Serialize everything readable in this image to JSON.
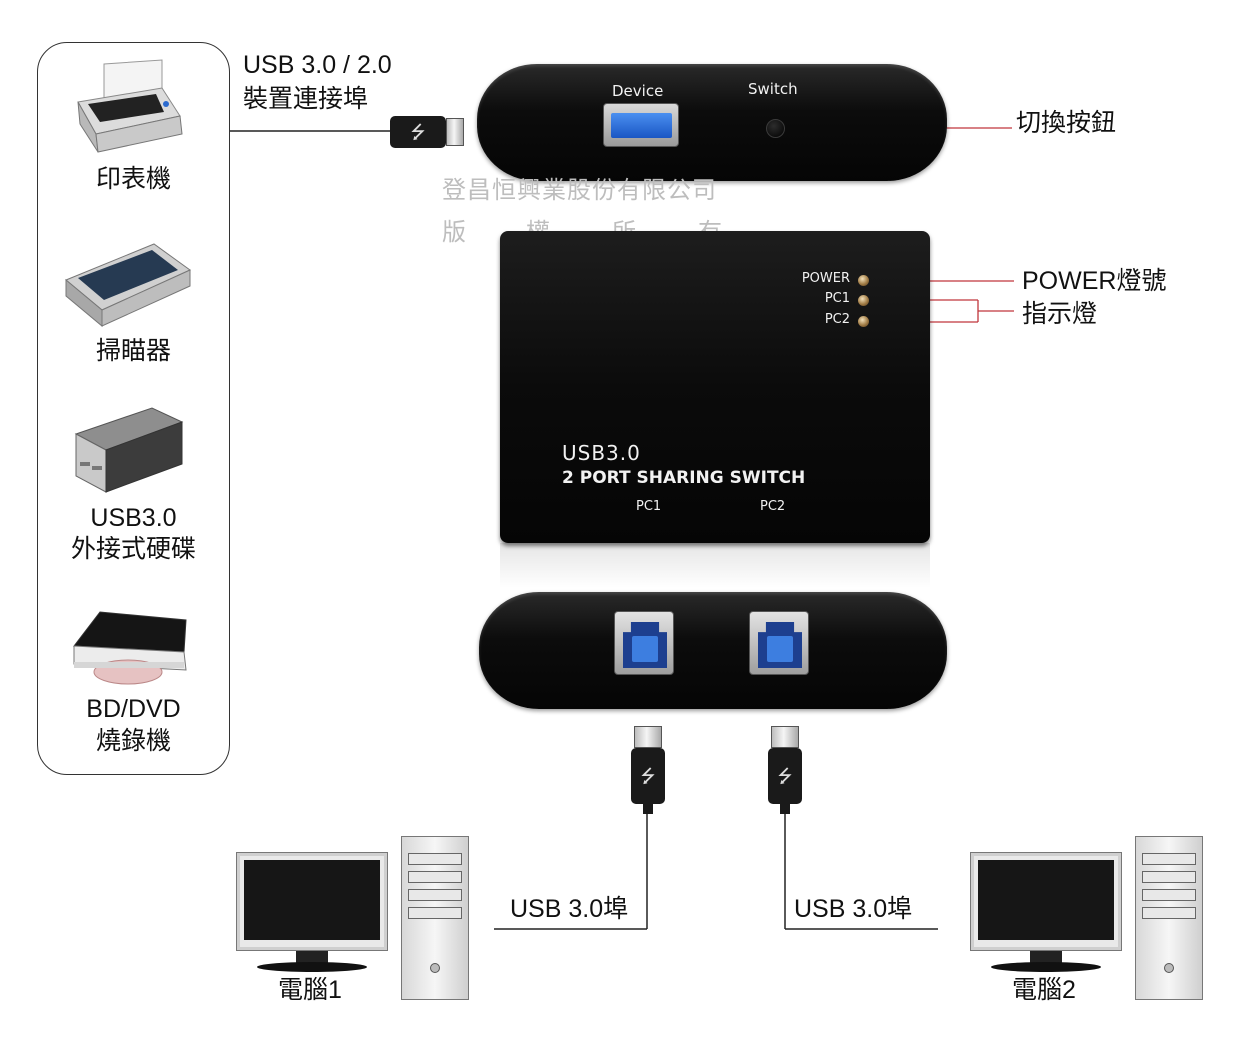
{
  "devices": {
    "printer": "印表機",
    "scanner": "掃瞄器",
    "hdd_line1": "USB3.0",
    "hdd_line2": "外接式硬碟",
    "bd_line1": "BD/DVD",
    "bd_line2": "燒錄機"
  },
  "labels": {
    "usb_device_port_line1": "USB 3.0 / 2.0",
    "usb_device_port_line2": "裝置連接埠",
    "switch_button": "切換按鈕",
    "power_led": "POWER燈號",
    "indicator": "指示燈",
    "pc_port_left": "USB 3.0埠",
    "pc_port_right": "USB 3.0埠",
    "computer1": "電腦1",
    "computer2": "電腦2"
  },
  "hub": {
    "device_port": "Device",
    "switch": "Switch",
    "led_power": "POWER",
    "led_pc1": "PC1",
    "led_pc2": "PC2",
    "model_line1": "USB3.0",
    "model_line2": "2 PORT SHARING SWITCH",
    "port_pc1": "PC1",
    "port_pc2": "PC2"
  },
  "watermark": {
    "line1": "登昌恒興業股份有限公司",
    "line2": [
      "版",
      "權",
      "所",
      "有"
    ]
  },
  "icons": {
    "usb": "⭍"
  },
  "colors": {
    "callout_line": "#c0363c",
    "connector_line": "#222222"
  }
}
